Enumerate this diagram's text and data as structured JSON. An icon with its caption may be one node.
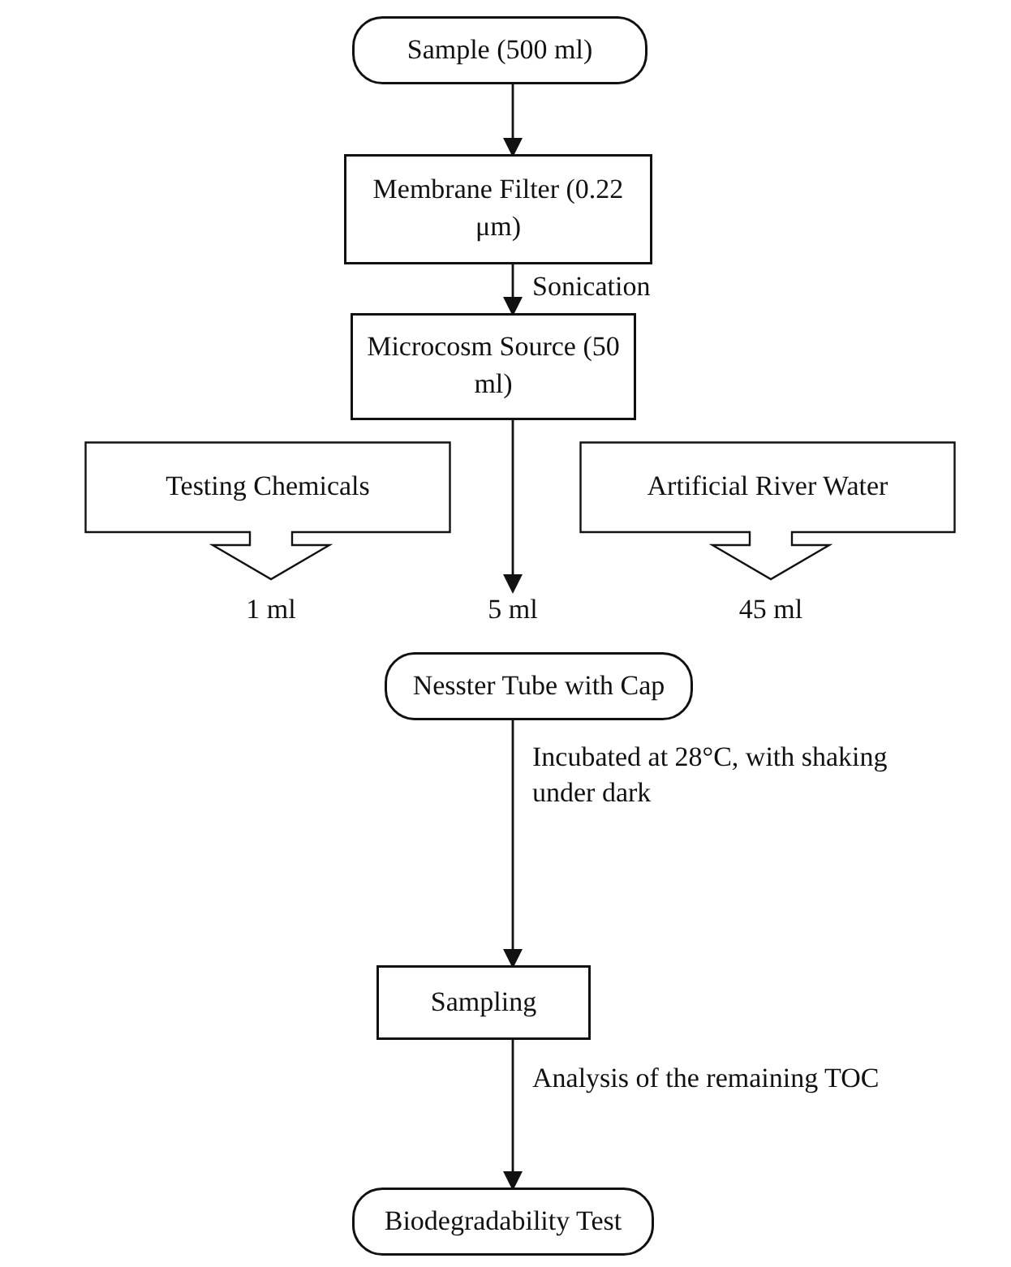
{
  "diagram": {
    "nodes": [
      {
        "text": [
          "Sample (500 ml)"
        ]
      },
      {
        "text": [
          "Membrane Filter (0.22 μm)"
        ]
      },
      {
        "text": [
          "Microcosm Source (50 ml)"
        ]
      },
      {
        "text": [
          "Testing Chemicals"
        ],
        "beside": [
          "1 ml"
        ]
      },
      {
        "text": [
          "5 ml"
        ]
      },
      {
        "text": [
          "Artificial River Water"
        ],
        "beside": [
          "45 ml"
        ]
      },
      {
        "text": [
          "Nesster Tube with Cap"
        ]
      },
      {
        "text": [
          "Sampling"
        ]
      },
      {
        "text": [
          "Biodegradability Test"
        ]
      }
    ],
    "edges": [
      {
        "from": 0,
        "to": 1,
        "arrow": "to"
      },
      {
        "from": 1,
        "to": 2,
        "arrow": "to",
        "label": "Sonication"
      },
      {
        "from": 2,
        "to": 4,
        "arrow": "to"
      },
      {
        "from": 6,
        "to": 7,
        "arrow": "to",
        "label": "Incubated at 28°C, with shaking under dark"
      },
      {
        "from": 7,
        "to": 8,
        "arrow": "to",
        "label": "Analysis of the remaining TOC"
      }
    ]
  }
}
